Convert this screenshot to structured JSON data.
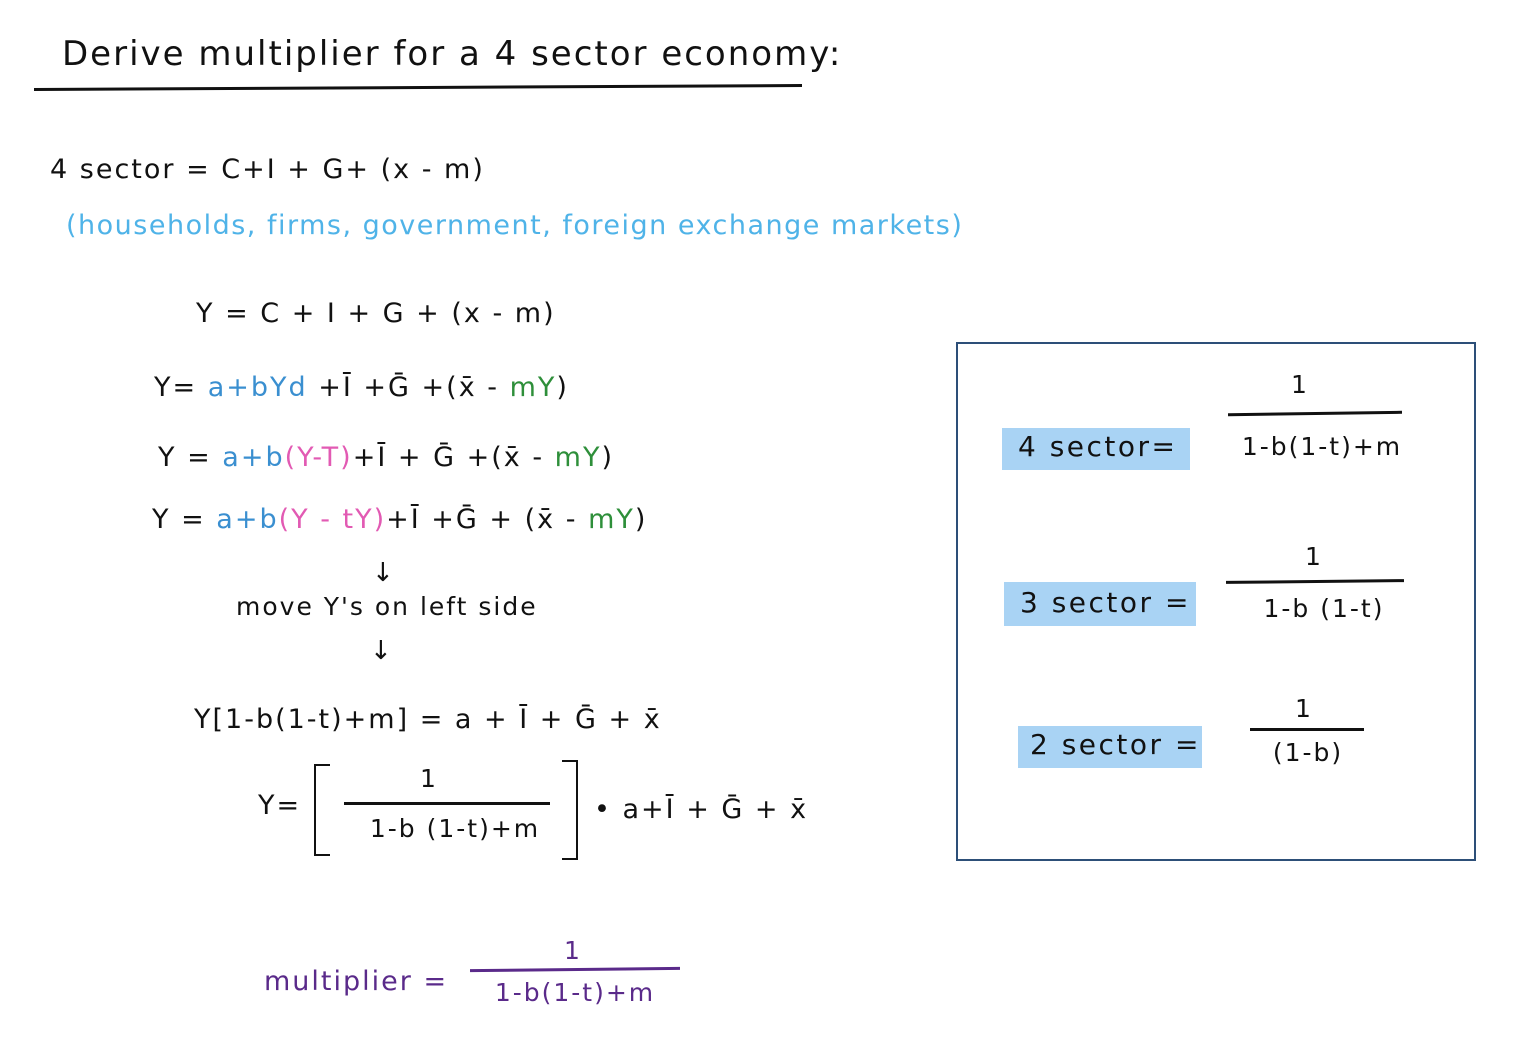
{
  "title": "Derive multiplier for a 4 sector economy:",
  "intro": {
    "sector_line": "4  sector  =   C+I + G+ (x - m)",
    "note": "(households, firms, government, foreign exchange markets)"
  },
  "equations": {
    "eq1": "Y = C + I + G + (x - m)",
    "eq2": {
      "a": "Y= ",
      "b": "a+bYd",
      "c": " +Ī +Ḡ +(x̄ - ",
      "d": "mY",
      "e": ")"
    },
    "eq3": {
      "a": "Y = ",
      "b": "a+b",
      "c": "(Y-T)",
      "d": "+Ī + Ḡ +(x̄ - ",
      "e": "mY",
      "f": ")"
    },
    "eq4": {
      "a": "Y = ",
      "b": "a+b",
      "c": "(Y - tY)",
      "d": "+Ī +Ḡ + (x̄ - ",
      "e": "mY",
      "f": ")"
    },
    "arrow": "↓",
    "move_note": "move  Y's   on   left  side",
    "eq5": "Y[1-b(1-t)+m] = a + Ī + Ḡ + x̄",
    "eq6": {
      "lhs": "Y=",
      "num": "1",
      "den": "1-b (1-t)+m",
      "rhs": "•  a+Ī + Ḡ + x̄"
    }
  },
  "multiplier": {
    "label": "multiplier =",
    "num": "1",
    "den": "1-b(1-t)+m"
  },
  "summary_box": [
    {
      "label": "4  sector=",
      "num": "1",
      "den": "1-b(1-t)+m"
    },
    {
      "label": "3  sector =",
      "num": "1",
      "den": "1-b (1-t)"
    },
    {
      "label": "2  sector =",
      "num": "1",
      "den": "(1-b)"
    }
  ],
  "colors": {
    "note": "#4fb3e8",
    "blue": "#3a8fd0",
    "pink": "#e25ab3",
    "green": "#2e8f3a",
    "purple": "#5a2a8a",
    "box_border": "#2d4f78",
    "highlight": "#a9d3f4"
  }
}
